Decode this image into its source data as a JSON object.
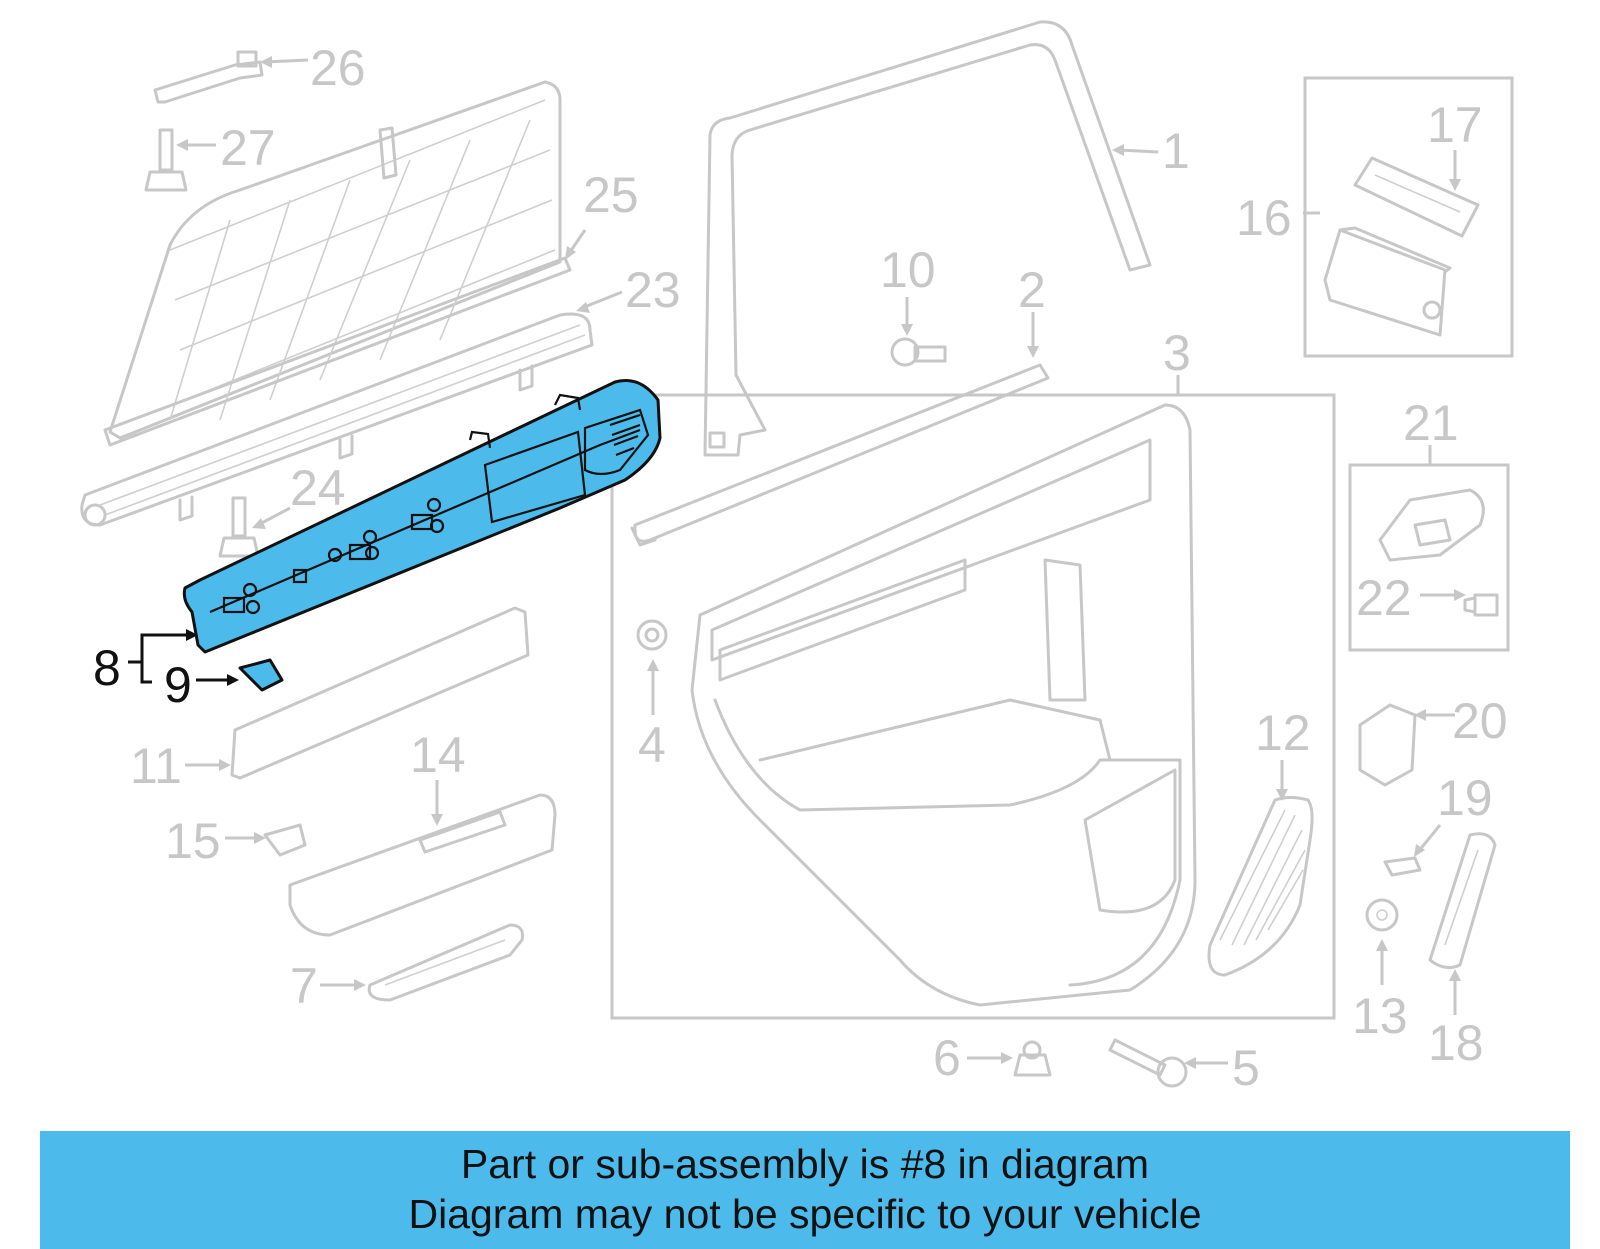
{
  "callouts": {
    "c1": "1",
    "c2": "2",
    "c3": "3",
    "c4": "4",
    "c5": "5",
    "c6": "6",
    "c7": "7",
    "c8": "8",
    "c9": "9",
    "c10": "10",
    "c11": "11",
    "c12": "12",
    "c13": "13",
    "c14": "14",
    "c15": "15",
    "c16": "16",
    "c17": "17",
    "c18": "18",
    "c19": "19",
    "c20": "20",
    "c21": "21",
    "c22": "22",
    "c23": "23",
    "c24": "24",
    "c25": "25",
    "c26": "26",
    "c27": "27"
  },
  "highlighted_part": "8",
  "colors": {
    "highlight": "#4cbbeb",
    "line_art": "#c7c7c7",
    "banner": "#4cbbeb"
  },
  "banner": {
    "line1": "Part or sub-assembly is #8 in diagram",
    "line2": "Diagram may not be specific to your vehicle"
  }
}
